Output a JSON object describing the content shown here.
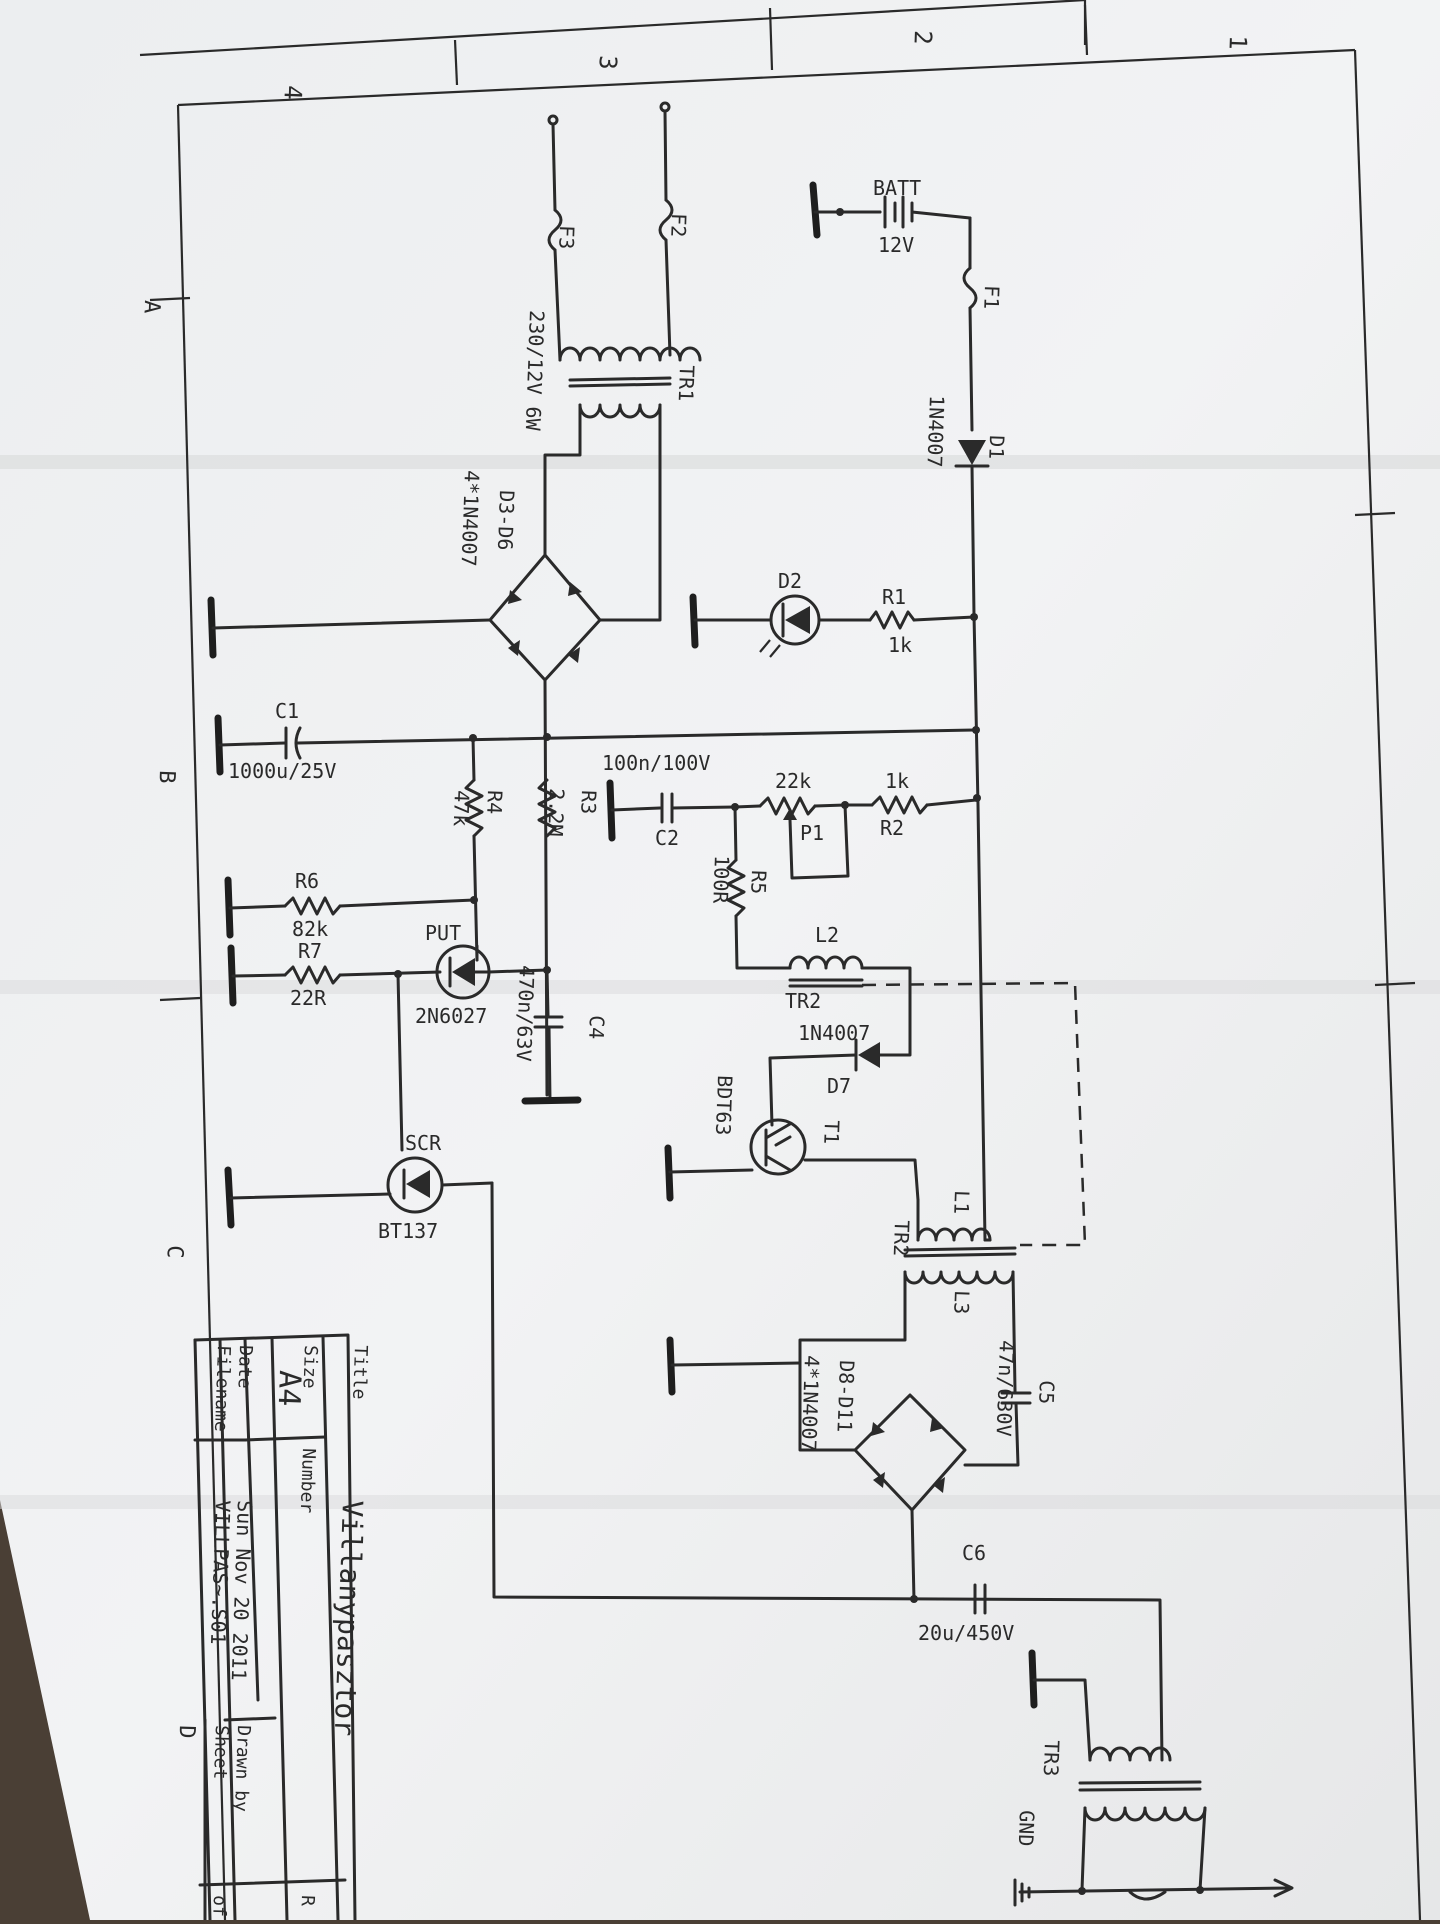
{
  "border": {
    "zones_top": [
      "4",
      "3",
      "2",
      "1"
    ],
    "zones_left": [
      "A",
      "B",
      "C",
      "D"
    ]
  },
  "power": {
    "batt_ref": "BATT",
    "batt_val": "12V",
    "fuse1": "F1",
    "fuse2": "F2",
    "fuse3": "F3",
    "d1_ref": "D1",
    "d1_val": "1N4007",
    "tr1_ref": "TR1",
    "tr1_val": "230/12V 6W",
    "bridge1_ref": "D3-D6",
    "bridge1_val": "4*1N4007",
    "d2_ref": "D2",
    "r1_ref": "R1",
    "r1_val": "1k",
    "c1_ref": "C1",
    "c1_val": "1000u/25V"
  },
  "timer": {
    "r3_ref": "R3",
    "r3_val": "2.2M",
    "r4_ref": "R4",
    "r4_val": "47k",
    "r6_ref": "R6",
    "r6_val": "82k",
    "r7_ref": "R7",
    "r7_val": "22R",
    "put_ref": "PUT",
    "put_val": "2N6027",
    "c4_ref": "C4",
    "c4_val": "470n/63V",
    "scr_ref": "SCR",
    "scr_val": "BT137"
  },
  "oscillator": {
    "c2_ref": "C2",
    "c2_val": "100n/100V",
    "p1_ref": "P1",
    "p1_val": "22k",
    "r2_ref": "R2",
    "r2_val": "1k",
    "r5_ref": "R5",
    "r5_val": "100R",
    "l2_ref": "L2",
    "tr2_ref": "TR2",
    "d7_ref": "D7",
    "d7_val": "1N4007",
    "t1_ref": "T1",
    "t1_val": "BDT63",
    "l1_ref": "L1",
    "l3_ref": "L3",
    "bridge2_ref": "D8-D11",
    "bridge2_val": "4*1N4007",
    "c5_ref": "C5",
    "c5_val": "47n/630V",
    "c6_ref": "C6",
    "c6_val": "20u/450V",
    "tr3_ref": "TR3",
    "gnd_label": "GND"
  },
  "titleblock": {
    "title_label": "Title",
    "title": "Villanypasztor",
    "size_label": "Size",
    "size": "A4",
    "number_label": "Number",
    "date_label": "Date",
    "date": "Sun Nov 20 2011",
    "drawn_label": "Drawn by",
    "filename_label": "Filename",
    "filename": "VILLPAS~.S01",
    "sheet_label": "Sheet",
    "of_label": "of",
    "rev_label": "R"
  }
}
